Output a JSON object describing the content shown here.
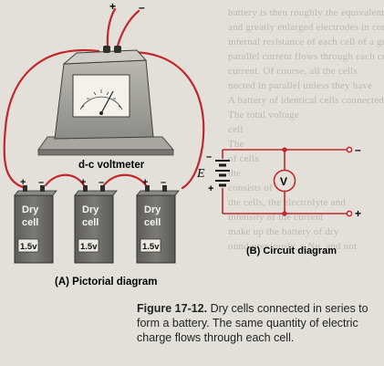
{
  "figure": {
    "number": "Figure 17-12.",
    "caption": "Dry cells connected in series to form a battery. The same quantity of electric charge flows through each cell."
  },
  "pictorial": {
    "label": "(A) Pictorial diagram",
    "meter_label": "d-c voltmeter",
    "meter_plus": "+",
    "meter_minus": "–",
    "cells": [
      {
        "line1": "Dry",
        "line2": "cell",
        "voltage": "1.5v",
        "plus": "+",
        "minus": "–"
      },
      {
        "line1": "Dry",
        "line2": "cell",
        "voltage": "1.5v",
        "plus": "+",
        "minus": "–"
      },
      {
        "line1": "Dry",
        "line2": "cell",
        "voltage": "1.5v",
        "plus": "+",
        "minus": "–"
      }
    ]
  },
  "circuit": {
    "label": "(B) Circuit diagram",
    "source": "E",
    "meter": "V",
    "top_terminal": "–",
    "bottom_terminal": "+",
    "source_minus": "–",
    "source_plus": "+"
  },
  "background_text": [
    "battery is then roughly the equivalent of a single cell",
    "and greatly enlarged electrodes in contact with the electr",
    "internal resistance of each cell of a group",
    "parallel current flows through each cell",
    "current. Of course, all the cells",
    "nected in parallel unless they have",
    "A battery of identical cells connected in",
    "The total voltage",
    "cell",
    "The",
    "of cells",
    "the",
    "consists of",
    "the cells, the electrolyte and",
    "intensity of the current",
    "make up the battery of dry",
    "ound previously, a No. and not"
  ],
  "colors": {
    "wire": "#c3262c",
    "cell": "#6f6e69",
    "meter_body": "#d7d5cf",
    "page_bg": "#e3e0d9"
  }
}
